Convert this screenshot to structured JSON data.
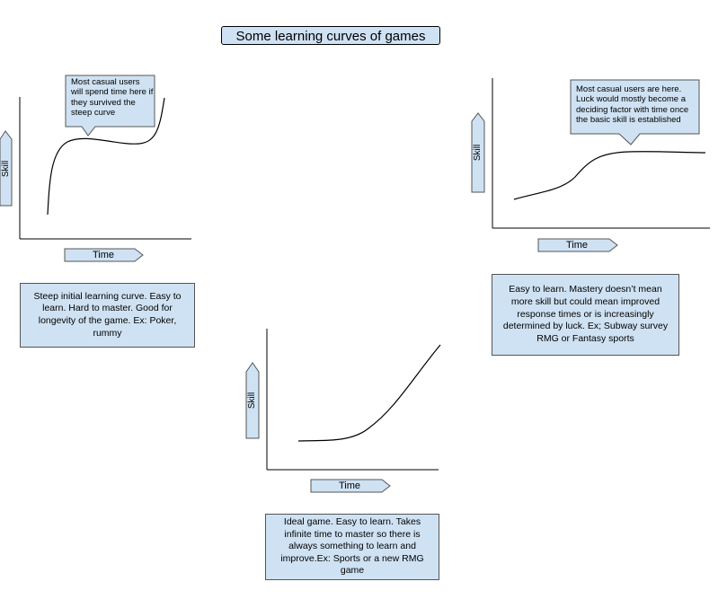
{
  "title": "Some learning curves of games",
  "axis": {
    "time": "Time",
    "skill": "Skill"
  },
  "panels": {
    "left": {
      "callout": "Most casual users will spend time here if they survived the steep curve",
      "description": "Steep initial learning curve. Easy to learn. Hard to master. Good for longevity of the game. Ex: Poker, rummy"
    },
    "middle": {
      "description": "Ideal game. Easy to learn. Takes infinite time to master so there is always something to learn and improve.Ex: Sports or a new RMG game"
    },
    "right": {
      "callout": "Most casual users are here. Luck would mostly become a deciding factor with time once the basic skill is established",
      "description": "Easy to learn. Mastery doesn’t mean more skill but could mean improved response times or is increasingly determined by luck. Ex; Subway survey RMG or Fantasy sports"
    }
  },
  "colors": {
    "box_fill": "#cfe2f3",
    "line": "#000000"
  }
}
